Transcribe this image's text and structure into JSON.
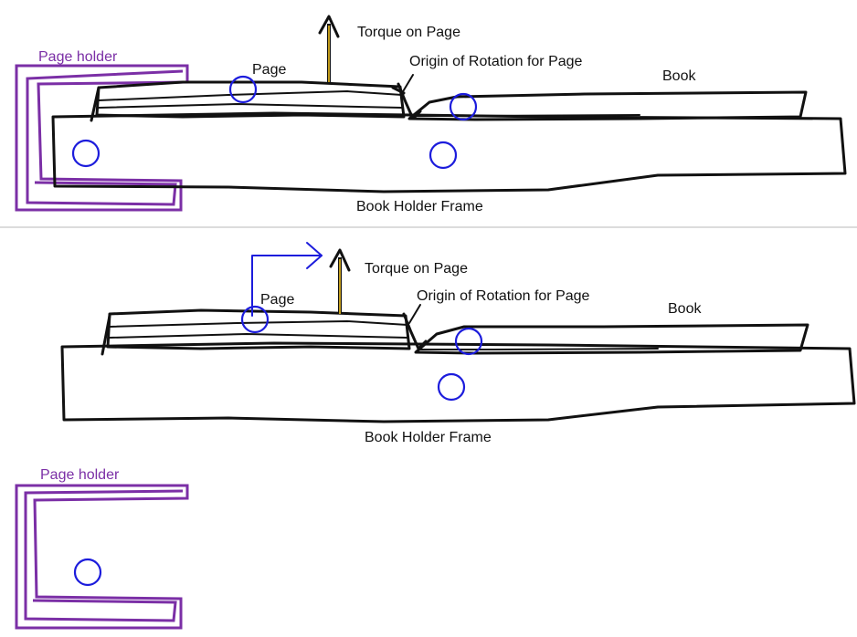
{
  "colors": {
    "page_holder": "#7b2fa6",
    "pivot_circles": "#1c1cdc",
    "outline": "#111111",
    "torque_arrow_fill": "#f0c020",
    "background": "#ffffff"
  },
  "top_panel": {
    "labels": {
      "page_holder": "Page holder",
      "page": "Page",
      "torque": "Torque on Page",
      "origin": "Origin of Rotation for Page",
      "book": "Book",
      "frame": "Book Holder Frame"
    }
  },
  "bottom_panel": {
    "labels": {
      "page_holder": "Page holder",
      "page": "Page",
      "torque": "Torque on Page",
      "origin": "Origin of Rotation for Page",
      "book": "Book",
      "frame": "Book Holder Frame"
    }
  }
}
